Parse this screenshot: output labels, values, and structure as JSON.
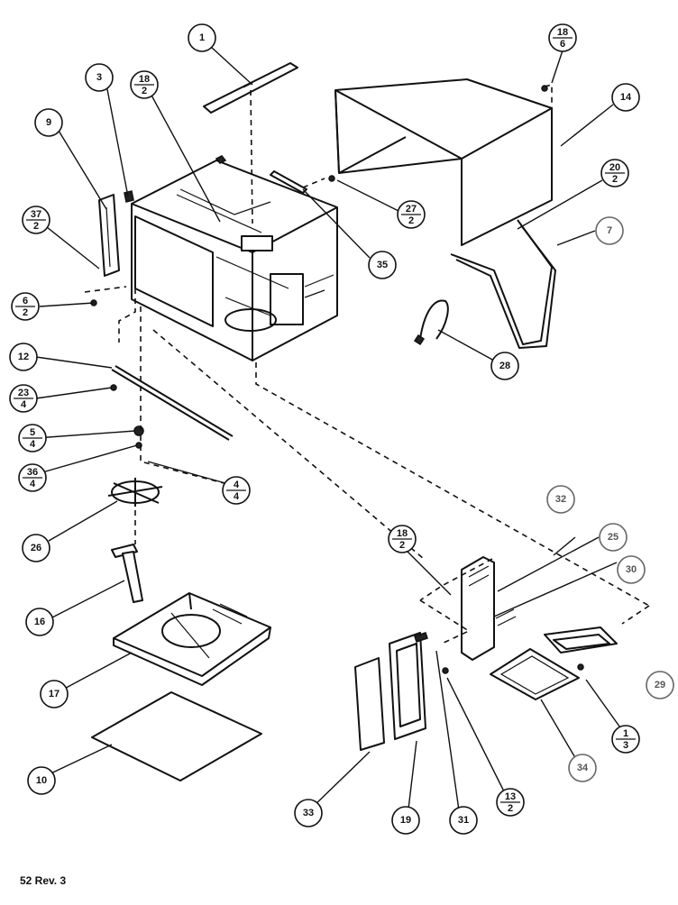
{
  "diagram": {
    "callouts": [
      {
        "id": "c1",
        "top": "1"
      },
      {
        "id": "c18a",
        "top": "18",
        "bottom": "6"
      },
      {
        "id": "c3",
        "top": "3"
      },
      {
        "id": "c18b",
        "top": "18",
        "bottom": "2"
      },
      {
        "id": "c14",
        "top": "14"
      },
      {
        "id": "c9",
        "top": "9"
      },
      {
        "id": "c20",
        "top": "20",
        "bottom": "2"
      },
      {
        "id": "c37",
        "top": "37",
        "bottom": "2"
      },
      {
        "id": "c27",
        "top": "27",
        "bottom": "2"
      },
      {
        "id": "c7",
        "top": "7"
      },
      {
        "id": "c35",
        "top": "35"
      },
      {
        "id": "c6",
        "top": "6",
        "bottom": "2"
      },
      {
        "id": "c28",
        "top": "28"
      },
      {
        "id": "c12",
        "top": "12"
      },
      {
        "id": "c23",
        "top": "23",
        "bottom": "4"
      },
      {
        "id": "c5",
        "top": "5",
        "bottom": "4"
      },
      {
        "id": "c36",
        "top": "36",
        "bottom": "4"
      },
      {
        "id": "c4",
        "top": "4",
        "bottom": "4"
      },
      {
        "id": "c26",
        "top": "26"
      },
      {
        "id": "c32",
        "top": "32"
      },
      {
        "id": "c18c",
        "top": "18",
        "bottom": "2"
      },
      {
        "id": "c25",
        "top": "25"
      },
      {
        "id": "c30",
        "top": "30"
      },
      {
        "id": "c16",
        "top": "16"
      },
      {
        "id": "c29",
        "top": "29"
      },
      {
        "id": "c17",
        "top": "17"
      },
      {
        "id": "c1b",
        "top": "1",
        "bottom": "3"
      },
      {
        "id": "c34",
        "top": "34"
      },
      {
        "id": "c10",
        "top": "10"
      },
      {
        "id": "c13",
        "top": "13",
        "bottom": "2"
      },
      {
        "id": "c33",
        "top": "33"
      },
      {
        "id": "c19",
        "top": "19"
      },
      {
        "id": "c31",
        "top": "31"
      }
    ]
  },
  "footer": {
    "revision": "52 Rev. 3"
  }
}
